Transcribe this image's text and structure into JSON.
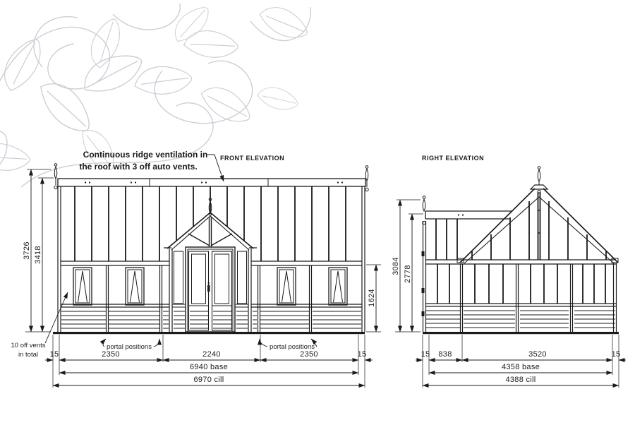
{
  "colors": {
    "line": "#1b1b1b",
    "leaf_outline": "#cdced6",
    "background": "#ffffff"
  },
  "front_elevation": {
    "title": "FRONT ELEVATION",
    "ridge_annotation_line1": "Continuous ridge ventilation in",
    "ridge_annotation_line2": "the roof with 3 off auto vents.",
    "vents_annotation_line1": "10 off vents",
    "vents_annotation_line2": "in total",
    "portal_label_left": "portal positions",
    "portal_label_right": "portal positions",
    "dim_height_total": "3726",
    "dim_height_ridge": "3418",
    "dim_height_eaves": "1624",
    "dim_15_left": "15",
    "dim_bay_left": "2350",
    "dim_bay_center": "2240",
    "dim_bay_right": "2350",
    "dim_15_right": "15",
    "dim_base": "6940 base",
    "dim_cill": "6970 cill"
  },
  "right_elevation": {
    "title": "RIGHT ELEVATION",
    "dim_height_total": "3084",
    "dim_height_inner": "2778",
    "dim_15_left": "15",
    "dim_porch_depth": "838",
    "dim_span": "3520",
    "dim_15_right": "15",
    "dim_base": "4358 base",
    "dim_cill": "4388 cill"
  }
}
